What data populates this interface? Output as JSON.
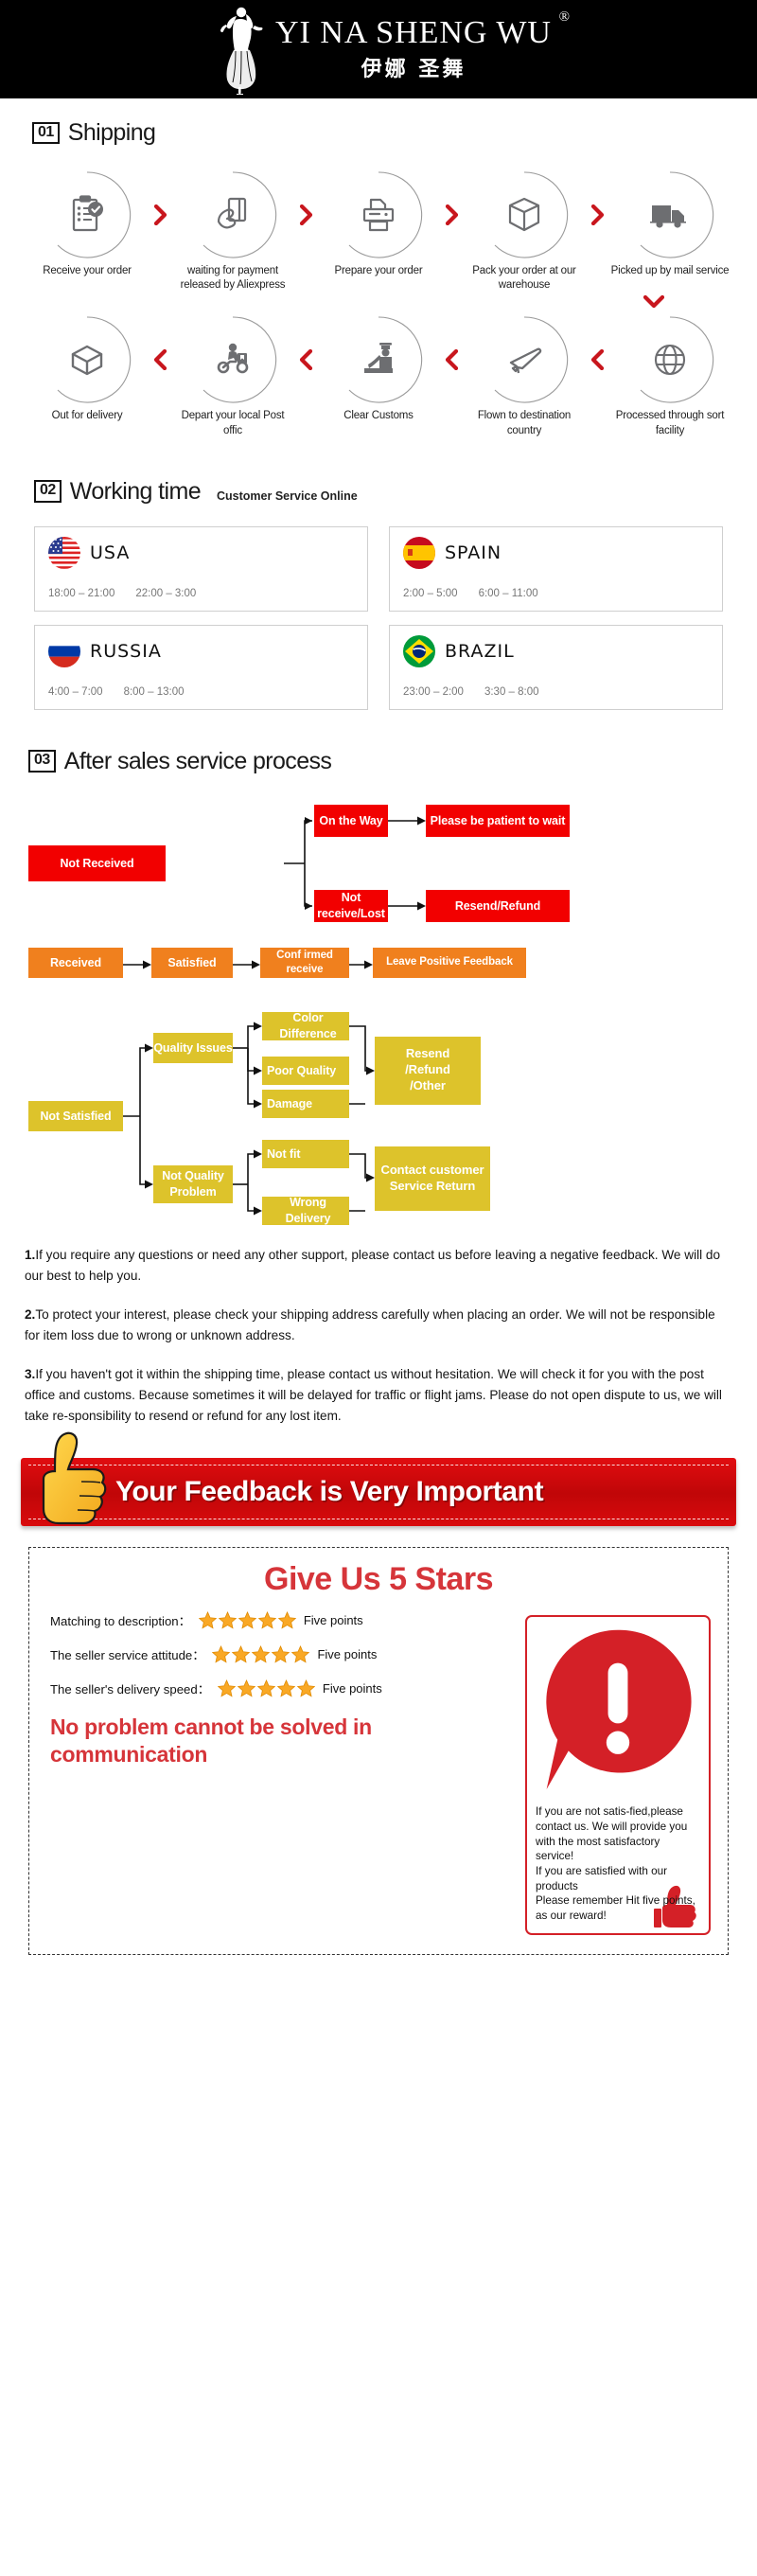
{
  "brand": {
    "name_en": "YI NA SHENG WU",
    "registered": "®",
    "name_cn": "伊娜 圣舞",
    "logo_icon": "dancer-logo-icon"
  },
  "shipping": {
    "number": "01",
    "title": "Shipping",
    "row1": [
      {
        "icon": "clipboard-check-icon",
        "label": "Receive your order"
      },
      {
        "icon": "hand-card-icon",
        "label": "waiting for payment released by Aliexpress"
      },
      {
        "icon": "printer-icon",
        "label": "Prepare your order"
      },
      {
        "icon": "box-icon",
        "label": "Pack your order at our warehouse"
      },
      {
        "icon": "truck-icon",
        "label": "Picked up by mail service"
      }
    ],
    "row2": [
      {
        "icon": "open-box-icon",
        "label": "Out for delivery"
      },
      {
        "icon": "scooter-courier-icon",
        "label": "Depart your local Post offic"
      },
      {
        "icon": "customs-officer-icon",
        "label": "Clear Customs"
      },
      {
        "icon": "airplane-icon",
        "label": "Flown to destination country"
      },
      {
        "icon": "globe-icon",
        "label": "Processed through sort facility"
      }
    ]
  },
  "working_time": {
    "number": "02",
    "title": "Working time",
    "subtitle": "Customer Service Online",
    "countries": [
      {
        "flag": "usa-flag-icon",
        "name": "USA",
        "hours": [
          "18:00 – 21:00",
          "22:00 – 3:00"
        ]
      },
      {
        "flag": "spain-flag-icon",
        "name": "SPAIN",
        "hours": [
          "2:00 – 5:00",
          "6:00 – 11:00"
        ]
      },
      {
        "flag": "russia-flag-icon",
        "name": "RUSSIA",
        "hours": [
          "4:00 – 7:00",
          "8:00 – 13:00"
        ]
      },
      {
        "flag": "brazil-flag-icon",
        "name": "BRAZIL",
        "hours": [
          "23:00 – 2:00",
          "3:30 – 8:00"
        ]
      }
    ]
  },
  "after_sales": {
    "number": "03",
    "title": "After sales service process",
    "colors": {
      "red": "#f20000",
      "orange": "#f0801e",
      "yellow": "#ddc32b"
    },
    "flow_red": {
      "root": "Not Received",
      "on_the_way": "On the Way",
      "patient": "Please be patient to wait",
      "not_receive_lost": "Not receive/Lost",
      "resend_refund": "Resend/Refund"
    },
    "flow_orange": {
      "received": "Received",
      "satisfied": "Satisfied",
      "confirmed": "Conf irmed receive",
      "feedback": "Leave Positive Feedback"
    },
    "flow_yellow": {
      "not_satisfied": "Not Satisfied",
      "quality_issues": "Quality Issues",
      "color_difference": "Color Difference",
      "poor_quality": "Poor Quality",
      "damage": "Damage",
      "resend_other": "Resend\n/Refund\n/Other",
      "not_quality": "Not Quality\nProblem",
      "not_fit": "Not fit",
      "wrong_delivery": "Wrong Delivery",
      "contact_return": "Contact customer\nService Return"
    }
  },
  "notes": [
    {
      "num": "1.",
      "text": "If you require any questions or need any other support, please contact us before leaving a negative feedback. We will do our best to help you."
    },
    {
      "num": "2.",
      "text": "To protect your interest, please check your shipping address carefully when placing an order. We will not be responsible for item loss due to wrong or unknown address."
    },
    {
      "num": "3.",
      "text": "If you haven't got it within the shipping time, please contact us without hesitation. We will check it for you with the post office and customs. Because sometimes it will be delayed for traffic or flight jams. Please do not open dispute to us, we will take re-sponsibility to resend or refund for any lost item."
    }
  ],
  "feedback_banner": {
    "text": "Your Feedback is Very Important",
    "icon": "thumbs-up-icon"
  },
  "stars_section": {
    "heading": "Give Us 5 Stars",
    "rows": [
      {
        "label": "Matching to description：",
        "stars": 5,
        "points": "Five points"
      },
      {
        "label": "The seller service attitude：",
        "stars": 5,
        "points": "Five points"
      },
      {
        "label": "The seller's delivery speed：",
        "stars": 5,
        "points": "Five points"
      }
    ],
    "slogan": "No problem cannot be solved in communication",
    "warning": {
      "icon": "exclamation-icon",
      "thumb_icon": "thumbs-up-red-icon",
      "text": "If you are not satis-fied,please contact us. We will provide you with the most satisfactory service!\nIf you are satisfied with our products\nPlease remember Hit five points, as our reward!"
    }
  }
}
